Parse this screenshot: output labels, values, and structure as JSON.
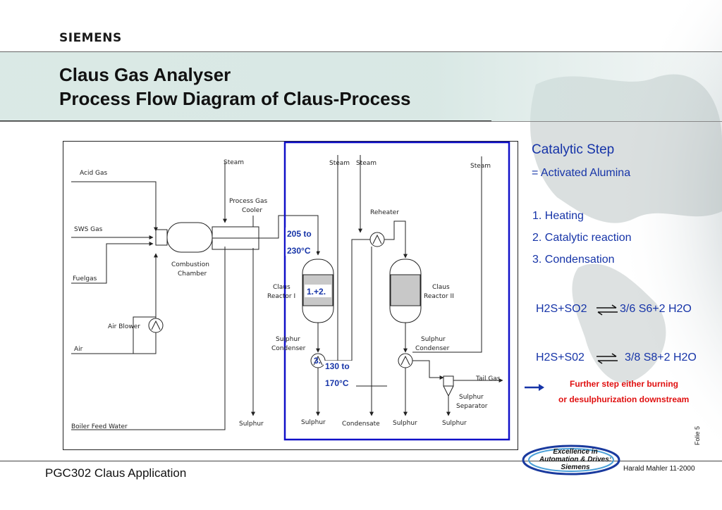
{
  "header": {
    "brand": "SIEMENS",
    "title_line1": "Claus Gas Analyser",
    "title_line2": "Process Flow Diagram of Claus-Process"
  },
  "diagram": {
    "labels": {
      "acid_gas": "Acid Gas",
      "sws_gas": "SWS Gas",
      "fuelgas": "Fuelgas",
      "air": "Air",
      "air_blower": "Air Blower",
      "boiler_feed_water": "Boiler Feed Water",
      "combustion_chamber_1": "Combustion",
      "combustion_chamber_2": "Chamber",
      "process_gas_cooler_1": "Process Gas",
      "process_gas_cooler_2": "Cooler",
      "steam_1": "Steam",
      "steam_2": "Steam",
      "steam_3": "Steam",
      "steam_4": "Steam",
      "reheater": "Reheater",
      "claus_reactor_1_a": "Claus",
      "claus_reactor_1_b": "Reactor I",
      "claus_reactor_2_a": "Claus",
      "claus_reactor_2_b": "Reactor II",
      "sulphur_condenser_1_a": "Sulphur",
      "sulphur_condenser_1_b": "Condenser",
      "sulphur_condenser_2_a": "Sulphur",
      "sulphur_condenser_2_b": "Condenser",
      "tail_gas": "Tail Gas",
      "sulphur_separator_a": "Sulphur",
      "sulphur_separator_b": "Separator",
      "sulphur_out_1": "Sulphur",
      "sulphur_out_2": "Sulphur",
      "sulphur_out_3": "Sulphur",
      "sulphur_out_4": "Sulphur",
      "condensate": "Condensate"
    },
    "annotations": {
      "temp_1_a": "205 to",
      "temp_1_b": "230°C",
      "reactor_steps": "1.+2.",
      "condenser_step": "3.",
      "temp_2_a": "130 to",
      "temp_2_b": "170°C"
    },
    "colors": {
      "highlight": "#1010c8",
      "line": "#222222",
      "catalyst_fill": "#c8c8c8"
    }
  },
  "side_panel": {
    "catalytic_step": "Catalytic Step",
    "activated_alumina": "= Activated Alumina",
    "steps": [
      "1. Heating",
      "2. Catalytic reaction",
      "3. Condensation"
    ],
    "equation_1_left": "H2S+SO2",
    "equation_1_right": "3/6 S6+2 H2O",
    "equation_2_left": "H2S+S02",
    "equation_2_right": "3/8 S8+2 H2O",
    "further_1": "Further step either burning",
    "further_2": "or desulphurization downstream",
    "text_color": "#1634a8",
    "further_color": "#e01010"
  },
  "footer": {
    "left": "PGC302 Claus Application",
    "author": "Harald Mahler  11-2000",
    "folie": "Folie 5",
    "logo_line1": "Excellence in",
    "logo_line2": "Automation & Drives:",
    "logo_line3": "Siemens"
  }
}
